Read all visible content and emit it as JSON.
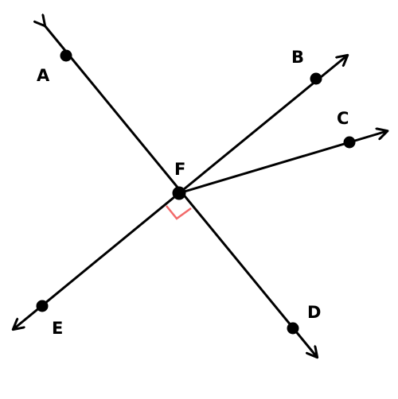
{
  "diagram": {
    "points": {
      "A": {
        "label": "A"
      },
      "B": {
        "label": "B"
      },
      "C": {
        "label": "C"
      },
      "D": {
        "label": "D"
      },
      "E": {
        "label": "E"
      },
      "F": {
        "label": "F"
      }
    },
    "lines": [
      {
        "name": "line-ad",
        "through": [
          "A",
          "D"
        ]
      },
      {
        "name": "line-fb",
        "through": [
          "F",
          "B"
        ]
      },
      {
        "name": "line-fc",
        "through": [
          "F",
          "C"
        ]
      },
      {
        "name": "line-fe",
        "through": [
          "F",
          "E"
        ]
      }
    ],
    "right_angle": {
      "at": "F",
      "between": [
        "D",
        "E"
      ]
    },
    "colors": {
      "stroke": "#000000",
      "right_angle_marker": "#f26a6a"
    }
  }
}
